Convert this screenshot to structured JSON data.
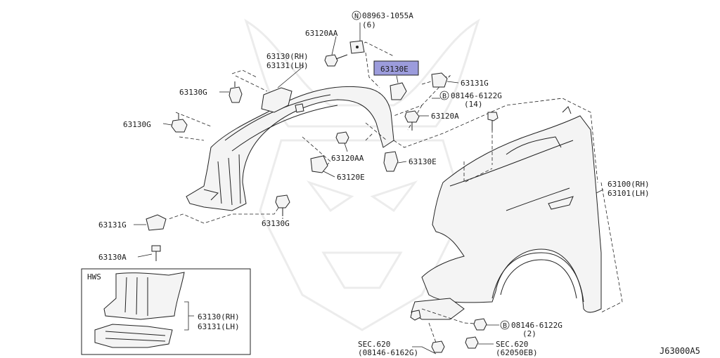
{
  "diagram_id": "J63000A5",
  "labels": {
    "p_08963": "08963-1055A",
    "p_08963_qty": "(6)",
    "p_63120AA_top": "63120AA",
    "p_63130RH_top": "63130(RH)",
    "p_63131LH_top": "63131(LH)",
    "p_63130E_hl": "63130E",
    "p_63131G_right": "63131G",
    "p_08146_a": "08146-6122G",
    "p_08146_a_qty": "(14)",
    "p_63130G_a": "63130G",
    "p_63130G_b": "63130G",
    "p_63120A": "63120A",
    "p_63120AA_mid": "63120AA",
    "p_63130E": "63130E",
    "p_63120E": "63120E",
    "p_63100RH": "63100(RH)",
    "p_63101LH": "63101(LH)",
    "p_63130G_c": "63130G",
    "p_63131G_left": "63131G",
    "p_63130A": "63130A",
    "hws": "HWS",
    "p_63130RH_hws": "63130(RH)",
    "p_63131LH_hws": "63131(LH)",
    "p_08146_b": "08146-6122G",
    "p_08146_b_qty": "(2)",
    "sec620_a": "SEC.620",
    "sec620_a_ref": "(08146-6162G)",
    "sec620_b": "SEC.620",
    "sec620_b_ref": "(62050EB)"
  },
  "symbols": {
    "n_mark": "N",
    "b_mark": "B"
  },
  "colors": {
    "highlight": "#9c9cdc",
    "line": "#222222",
    "watermark": "#ececec"
  }
}
